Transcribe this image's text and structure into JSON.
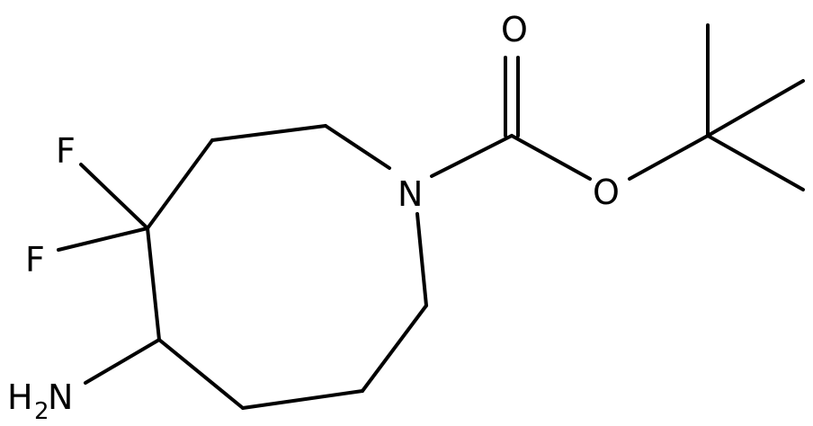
{
  "molecule": {
    "atoms": {
      "F_top": "F",
      "F_left": "F",
      "N_ring": "N",
      "O_carbonyl": "O",
      "O_ester": "O",
      "amine_H": "H",
      "amine_sub": "2",
      "amine_N": "N"
    },
    "colors": {
      "bond": "#000000",
      "label": "#000000",
      "background": "#ffffff"
    }
  }
}
